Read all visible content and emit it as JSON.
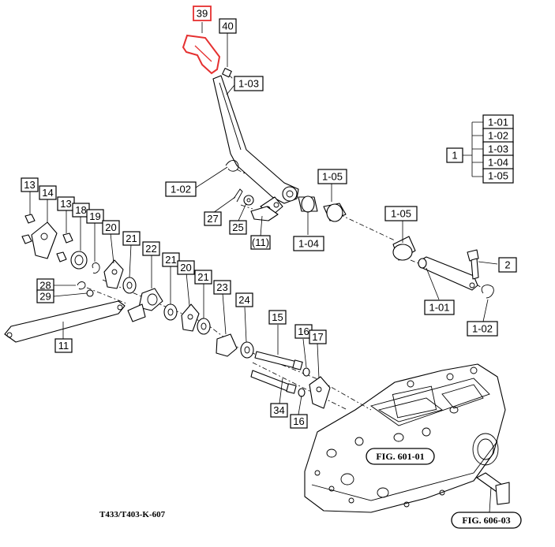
{
  "diagram": {
    "highlighted_part": "39",
    "drawing_code": "T433/T403-K-607",
    "fig_refs": [
      "FIG. 601-01",
      "FIG. 606-03"
    ],
    "callouts": [
      "39",
      "40",
      "1-03",
      "1-02",
      "1-05",
      "1-04",
      "1-05",
      "1-01",
      "2",
      "1-02",
      "13",
      "14",
      "13",
      "18",
      "19",
      "20",
      "21",
      "22",
      "21",
      "20",
      "21",
      "23",
      "24",
      "15",
      "16",
      "17",
      "34",
      "16",
      "28",
      "29",
      "11",
      "27",
      "25",
      "(11)"
    ],
    "group_key": {
      "label": "1",
      "items": [
        "1-01",
        "1-02",
        "1-03",
        "1-04",
        "1-05"
      ]
    }
  }
}
